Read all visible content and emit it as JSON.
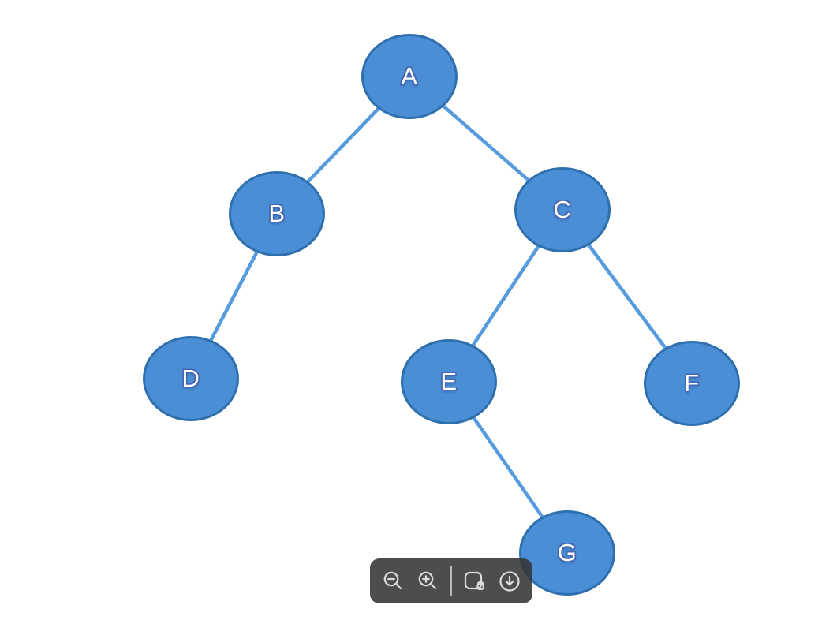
{
  "diagram": {
    "type": "binary-tree",
    "nodes": [
      {
        "id": "A",
        "label": "A"
      },
      {
        "id": "B",
        "label": "B"
      },
      {
        "id": "C",
        "label": "C"
      },
      {
        "id": "D",
        "label": "D"
      },
      {
        "id": "E",
        "label": "E"
      },
      {
        "id": "F",
        "label": "F"
      },
      {
        "id": "G",
        "label": "G"
      }
    ],
    "edges": [
      {
        "from": "A",
        "to": "B"
      },
      {
        "from": "A",
        "to": "C"
      },
      {
        "from": "B",
        "to": "D"
      },
      {
        "from": "C",
        "to": "E"
      },
      {
        "from": "C",
        "to": "F"
      },
      {
        "from": "E",
        "to": "G"
      }
    ],
    "colors": {
      "background": "#ffffff",
      "node_fill": "#4a8fd6",
      "node_border": "#2e6fae",
      "edge_line": "#559bdd",
      "label_text": "#ffffff",
      "label_outline": "#4565b0"
    }
  },
  "toolbar": {
    "background": "rgba(52,52,52,0.88)",
    "icon_color": "#dcdcdc",
    "buttons": [
      {
        "name": "zoom-out"
      },
      {
        "name": "zoom-in"
      },
      {
        "name": "snapshot"
      },
      {
        "name": "download"
      }
    ]
  }
}
